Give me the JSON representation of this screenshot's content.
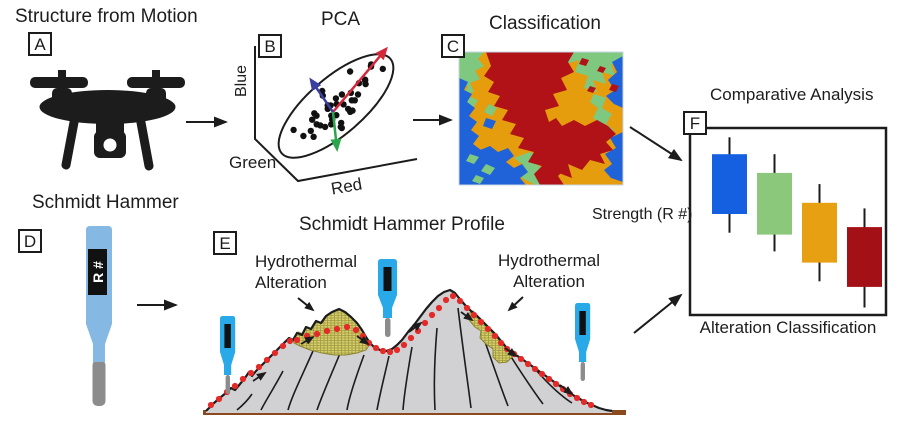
{
  "colors": {
    "ink": "#1c1c1c",
    "map_red": "#b01217",
    "map_orange": "#e59d0e",
    "map_green": "#7fc87f",
    "map_blue": "#2063d8",
    "pca_red": "#d4293b",
    "pca_blue": "#3b3fa0",
    "pca_green": "#2aa54b",
    "hammer_body_light": "#85b9e4",
    "hammer_body_cyan": "#29a9e8",
    "rod_gray": "#8c8c8c",
    "mountain_gray": "#d1d1d4",
    "alteration_yellow": "#d8cf68",
    "alteration_hatch_line": "#9d9743",
    "ground_brown": "#8b4a1d",
    "dot_red": "#e42a28"
  },
  "panels": {
    "sfm": {
      "letter": "A",
      "title": "Structure from Motion",
      "icon": "drone"
    },
    "pca": {
      "letter": "B",
      "title": "PCA",
      "axis_vertical": "Blue",
      "axis_left": "Green",
      "axis_right": "Red"
    },
    "classification": {
      "letter": "C",
      "title": "Classification"
    },
    "hammer": {
      "letter": "D",
      "title": "Schmidt Hammer",
      "device_label": "R #"
    },
    "profile": {
      "letter": "E",
      "title": "Schmidt Hammer Profile",
      "annotation_left": {
        "line1": "Hydrothermal",
        "line2": "Alteration"
      },
      "annotation_right": {
        "line1": "Hydrothermal",
        "line2": "Alteration"
      }
    },
    "comparative": {
      "letter": "F",
      "title": "Comparative Analysis",
      "ylabel": "Strength (R #)",
      "xlabel": "Alteration Classification",
      "chart_data": {
        "type": "boxplot",
        "ylim": [
          0,
          100
        ],
        "grid": false,
        "series": [
          {
            "color": "#1560e0",
            "whisker_low": 44,
            "box_low": 54,
            "box_high": 86,
            "whisker_high": 95
          },
          {
            "color": "#8cc87c",
            "whisker_low": 34,
            "box_low": 43,
            "box_high": 76,
            "whisker_high": 86
          },
          {
            "color": "#e8a013",
            "whisker_low": 18,
            "box_low": 28,
            "box_high": 60,
            "whisker_high": 70
          },
          {
            "color": "#a31116",
            "whisker_low": 4,
            "box_low": 15,
            "box_high": 47,
            "whisker_high": 57
          }
        ]
      }
    }
  }
}
